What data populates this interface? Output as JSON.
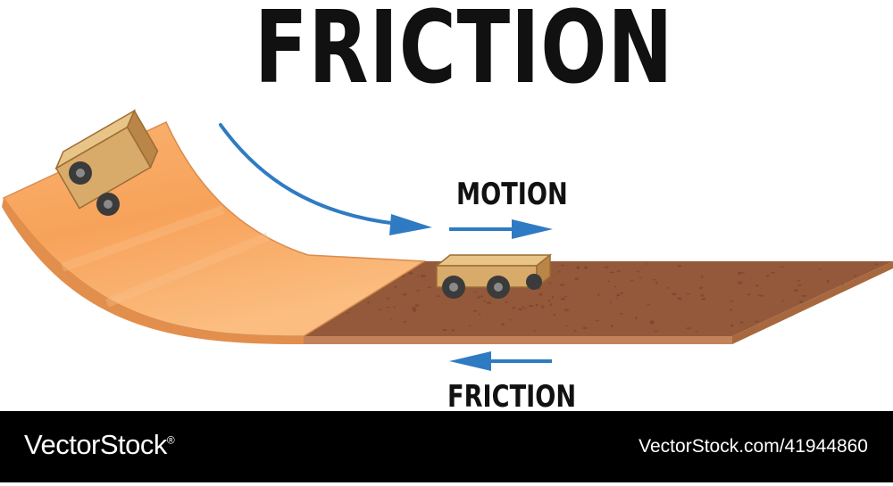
{
  "title": "FRICTION",
  "labels": {
    "motion": "MOTION",
    "friction": "FRICTION"
  },
  "footer": {
    "brand": "VectorStock",
    "brand_mark": "®",
    "stock_id": "VectorStock.com/41944860"
  },
  "colors": {
    "ramp": "#f7ad6c",
    "ground": "#93593a",
    "arrow": "#2f7bc3",
    "block": "#d9ab6a",
    "wheel": "#3b3b3b"
  },
  "icons": [
    "curved-arrow-icon",
    "motion-arrow-icon",
    "friction-arrow-icon",
    "wooden-block-icon"
  ]
}
